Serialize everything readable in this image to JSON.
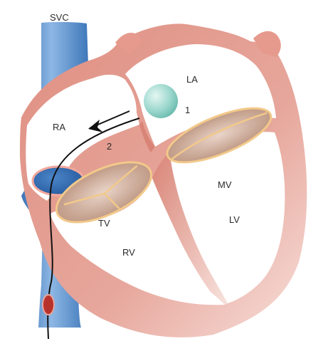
{
  "labels": {
    "svc": "SVC",
    "la": "LA",
    "ra": "RA",
    "marker_1": "1",
    "marker_2": "2",
    "mv": "MV",
    "tv": "TV",
    "lv": "LV",
    "rv": "RV"
  },
  "colors": {
    "vena_cava": "#4f88c6",
    "vena_cava_highlight": "#9cc3ea",
    "heart_wall": "#e1978b",
    "heart_wall_light": "#f6d8d2",
    "heart_wall_dark": "#cf7567",
    "valve_fill": "#c9a38f",
    "valve_edge": "#f2c98a",
    "coronary_sinus": "#2f68b0",
    "sphere": "#9fd9cf",
    "catheter": "#111111",
    "entry_site": "#b8322c"
  }
}
